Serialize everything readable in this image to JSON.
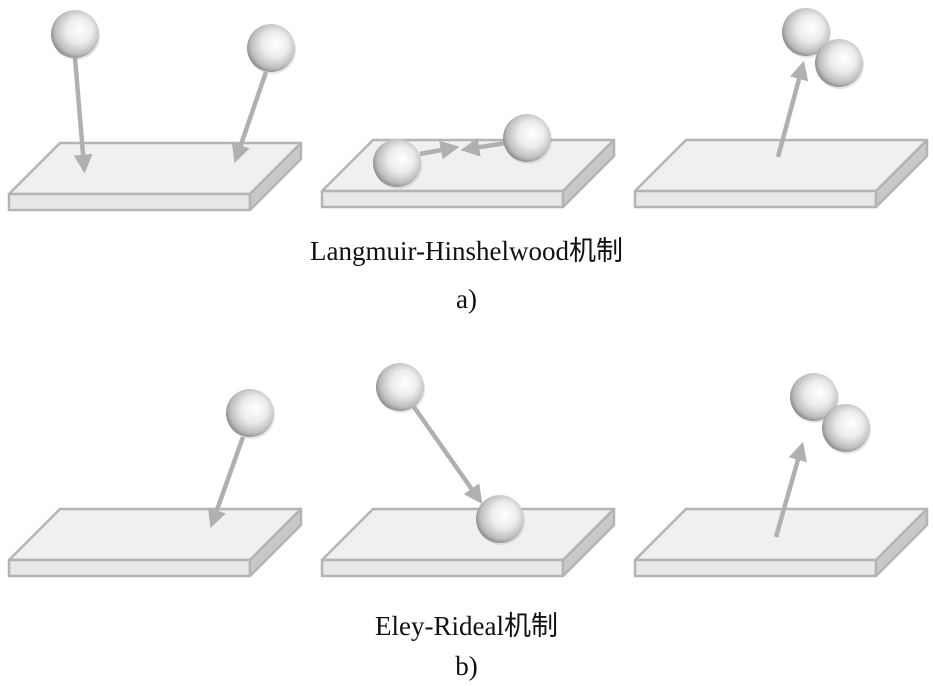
{
  "figure": {
    "panels": [
      {
        "id": "a",
        "title": "Langmuir-Hinshelwood机制",
        "label": "a)",
        "steps": [
          "adsorption of two reactant molecules onto the surface",
          "surface diffusion and reaction between adsorbed species",
          "desorption of the diatomic product"
        ]
      },
      {
        "id": "b",
        "title": "Eley-Rideal机制",
        "label": "b)",
        "steps": [
          "adsorption of one reactant molecule onto the surface",
          "gas-phase molecule reacts directly with adsorbed species",
          "desorption of the diatomic product"
        ]
      }
    ]
  },
  "colors": {
    "plate_top": "#f0f0f0",
    "plate_front": "#e8e8e8",
    "plate_side": "#c8c8c8",
    "plate_edge": "#b4b4b4",
    "arrow": "#b0b0b0",
    "sphere_light": "#ffffff",
    "sphere_mid": "#d6d6d6",
    "sphere_dark": "#7a7a7a",
    "text": "#111111"
  }
}
